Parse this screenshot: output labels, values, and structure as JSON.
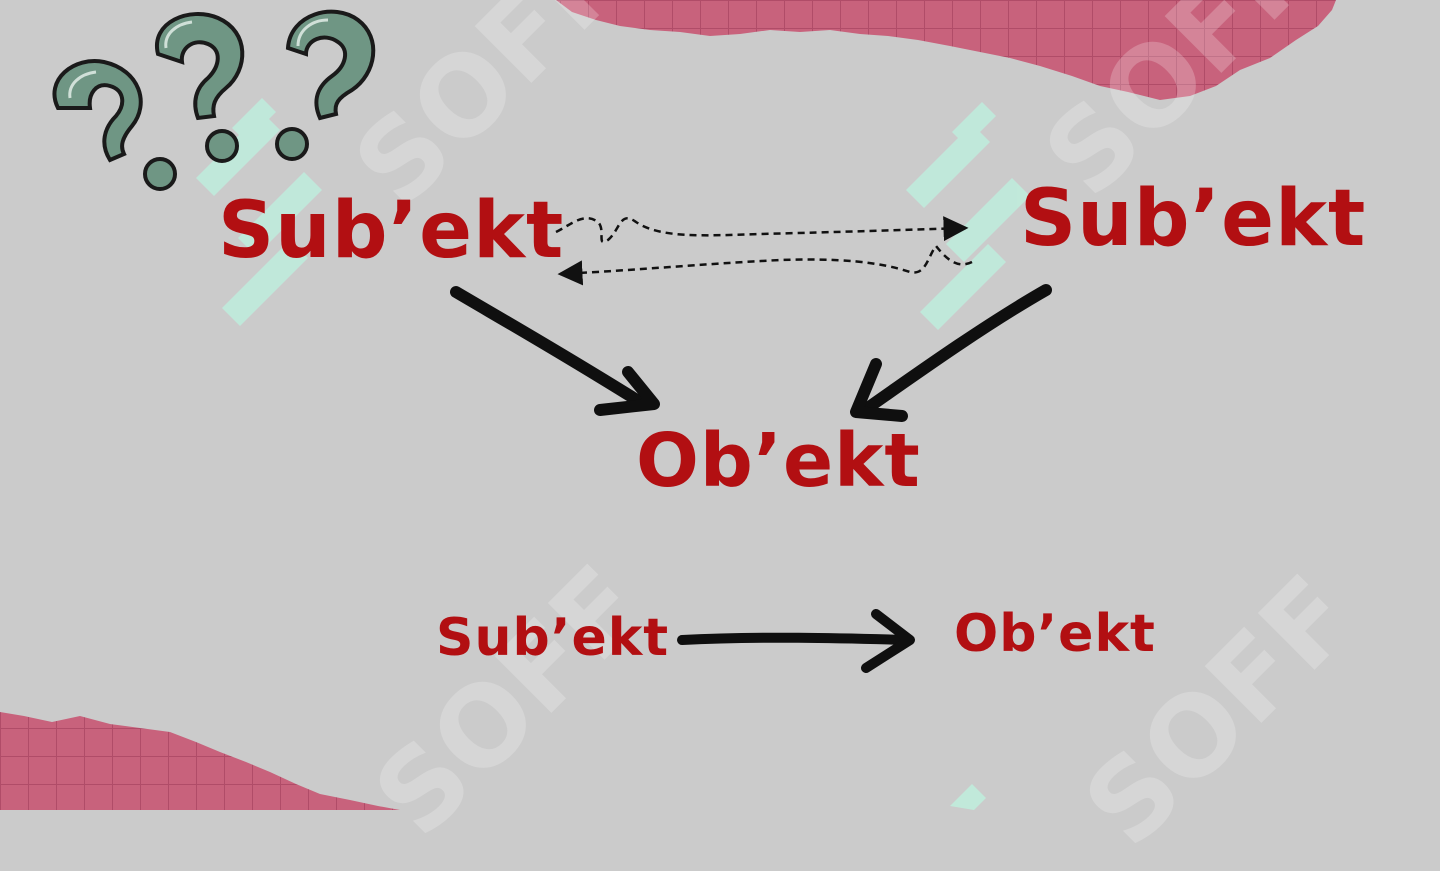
{
  "labels": {
    "subject_left": "Sub’ekt",
    "subject_right": "Sub’ekt",
    "object_center": "Ob’ekt",
    "subject_small": "Sub’ekt",
    "object_small": "Ob’ekt"
  },
  "watermark": "SOFF",
  "colors": {
    "background": "#cbcbcb",
    "label_red": "#b20f12",
    "arrow_black": "#0f0f0f",
    "paper_pink": "#c8627c",
    "grid_line": "#b04c68",
    "question_mark": "#6f9684",
    "watermark_mint": "#bfeedd"
  },
  "icons": {
    "decoration": "question-marks-icon",
    "watermark_logo": "soff-logo-icon"
  }
}
